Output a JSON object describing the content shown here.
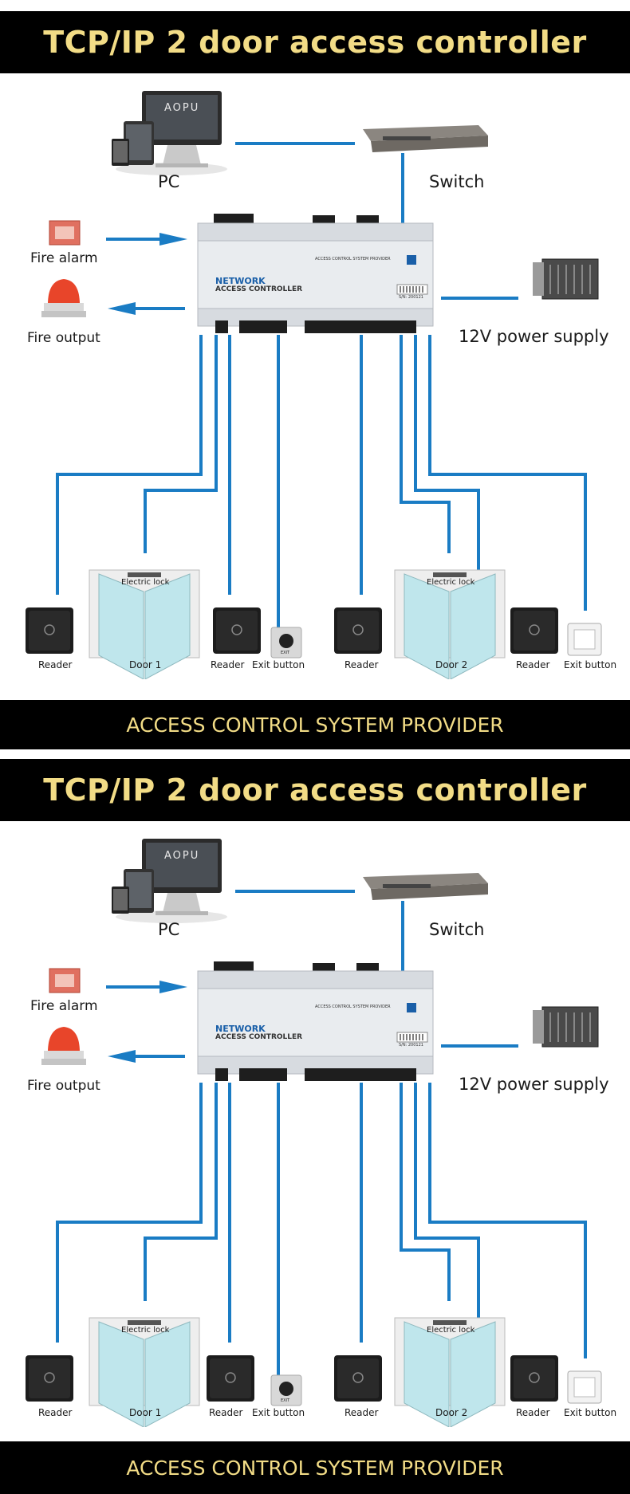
{
  "panels": [
    {
      "title": "TCP/IP 2 door access controller",
      "footer": "ACCESS CONTROL SYSTEM PROVIDER",
      "pc_brand": "AOPU",
      "labels": {
        "pc": "PC",
        "switch": "Switch",
        "fire_alarm": "Fire alarm",
        "fire_output": "Fire output",
        "power": "12V power supply",
        "reader_1": "Reader",
        "door_1": "Door 1",
        "reader_2": "Reader",
        "exit_1": "Exit button",
        "reader_3": "Reader",
        "door_2": "Door 2",
        "reader_4": "Reader",
        "exit_2": "Exit button",
        "lock_1": "Electric lock",
        "lock_2": "Electric lock"
      },
      "controller": {
        "line1": "NETWORK",
        "line2": "ACCESS CONTROLLER",
        "brand": "ACCESS CONTROL SYSTEM PROVIDER",
        "serial": "S/N: 200121",
        "exit_mark": "EXIT"
      }
    },
    {
      "title": "TCP/IP 2 door access controller",
      "footer": "ACCESS CONTROL SYSTEM PROVIDER",
      "pc_brand": "AOPU",
      "labels": {
        "pc": "PC",
        "switch": "Switch",
        "fire_alarm": "Fire alarm",
        "fire_output": "Fire output",
        "power": "12V power supply",
        "reader_1": "Reader",
        "door_1": "Door 1",
        "reader_2": "Reader",
        "exit_1": "Exit button",
        "reader_3": "Reader",
        "door_2": "Door 2",
        "reader_4": "Reader",
        "exit_2": "Exit button",
        "lock_1": "Electric lock",
        "lock_2": "Electric lock"
      },
      "controller": {
        "line1": "NETWORK",
        "line2": "ACCESS CONTROLLER",
        "brand": "ACCESS CONTROL SYSTEM PROVIDER",
        "serial": "S/N: 200121",
        "exit_mark": "EXIT"
      }
    }
  ]
}
